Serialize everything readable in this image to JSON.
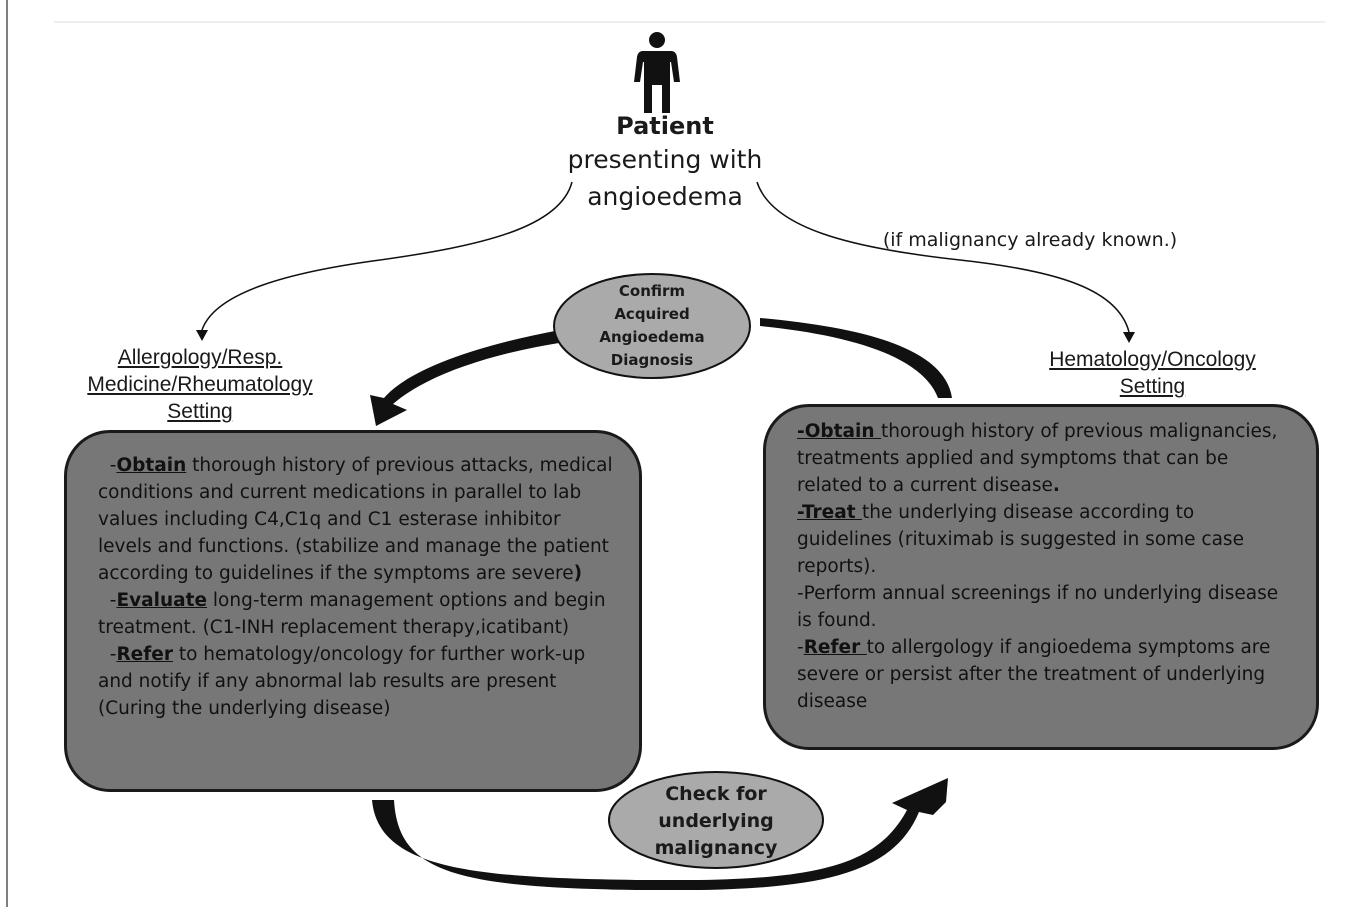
{
  "patient": {
    "title": "Patient",
    "line1": "presenting with",
    "line2": "angioedema"
  },
  "branch_note": "(if malignancy already known.)",
  "left_setting": {
    "line1": "Allergology/Resp.",
    "line2": "Medicine/Rheumatology",
    "line3": "Setting"
  },
  "right_setting": {
    "line1": "Hematology/Oncology",
    "line2": "Setting"
  },
  "top_oval": {
    "line1": "Confirm",
    "line2": "Acquired",
    "line3": "Angioedema",
    "line4": "Diagnosis"
  },
  "bottom_oval": {
    "line1": "Check for",
    "line2": "underlying",
    "line3": "malignancy"
  },
  "left_box": {
    "obtain_kw": "Obtain",
    "obtain_text": " thorough history of previous attacks, medical conditions and current medications in parallel to lab values including C4,C1q and  C1 esterase inhibitor  levels and functions. (stabilize and manage the patient according to guidelines if the symptoms are severe",
    "obtain_close": ")",
    "evaluate_kw": "Evaluate",
    "evaluate_text": " long-term management options and begin treatment. (C1-INH replacement therapy,icatibant)",
    "refer_kw": "Refer",
    "refer_text": " to hematology/oncology for further work-up and notify if any abnormal lab results are present (Curing the underlying disease)"
  },
  "right_box": {
    "obtain_kw": "Obtain ",
    "obtain_text": "thorough history of previous malignancies, treatments applied and symptoms that can be related to a current disease",
    "obtain_close": ".",
    "treat_kw": "Treat ",
    "treat_text": "the underlying disease according to guidelines (rituximab is suggested in some case reports).",
    "perform_text": "-Perform annual screenings if no underlying disease is found.",
    "refer_kw": "Refer ",
    "refer_text": "to allergology if angioedema symptoms are severe or persist after the treatment of underlying disease"
  },
  "colors": {
    "box_fill": "#777777",
    "oval_fill": "#aaaaaa",
    "ink": "#1a1a1a"
  }
}
